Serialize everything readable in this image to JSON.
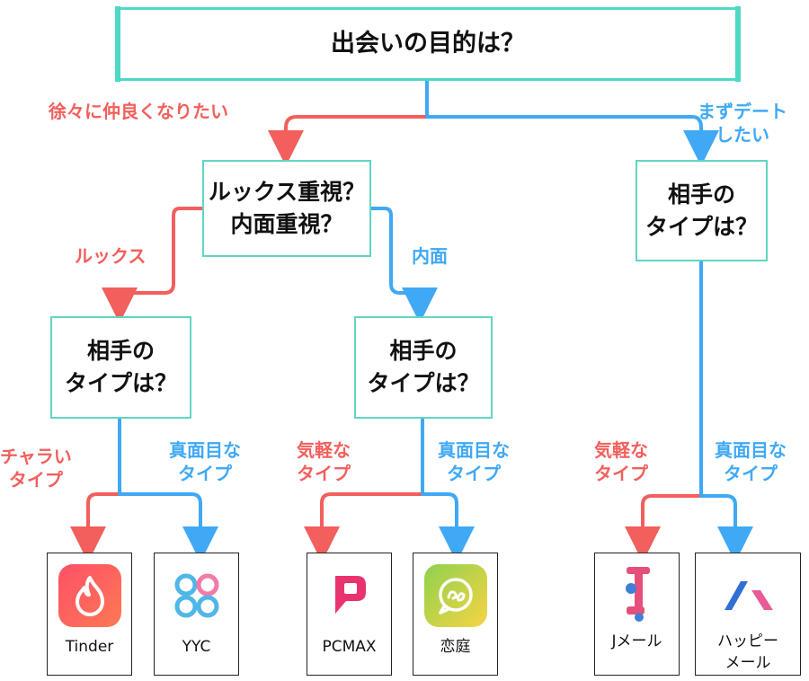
{
  "root": {
    "question": "出会いの目的は？"
  },
  "branches": {
    "slow": "徐々に仲良くなりたい",
    "date_line1": "まずデート",
    "date_line2": "したい"
  },
  "nodes": {
    "looks_q_line1": "ルックス重視？",
    "looks_q_line2": "内面重視？",
    "type_q_line1": "相手の",
    "type_q_line2": "タイプは？"
  },
  "edges": {
    "looks": "ルックス",
    "inner": "内面",
    "charai_line1": "チャラい",
    "charai_line2": "タイプ",
    "serious_line1": "真面目な",
    "serious_line2": "タイプ",
    "casual_line1": "気軽な",
    "casual_line2": "タイプ"
  },
  "apps": {
    "tinder": "Tinder",
    "yyc": "YYC",
    "pcmax": "PCMAX",
    "koitei": "恋庭",
    "jmail": "Jメール",
    "happy_line1": "ハッピー",
    "happy_line2": "メール"
  },
  "colors": {
    "red": "#f25f5c",
    "blue": "#3fa9f5",
    "box_border": "#5fd6c4"
  },
  "icons": [
    "tinder-flame-icon",
    "yyc-clover-icon",
    "pcmax-p-icon",
    "koitei-bubble-icon",
    "jmail-j-icon",
    "happymail-logo-icon"
  ]
}
